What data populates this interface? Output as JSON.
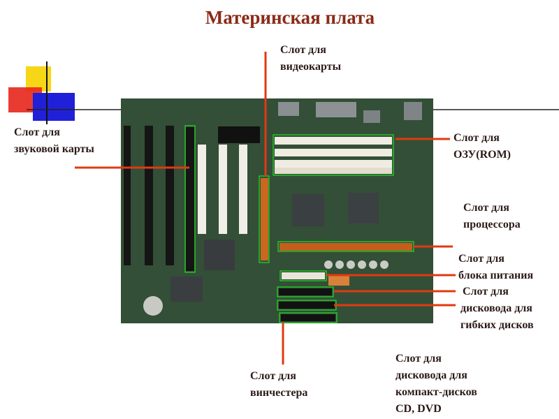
{
  "title": "Материнская плата",
  "colors": {
    "title": "#8b2a18",
    "label_text": "#2b1a17",
    "callout_line": "#e03a10",
    "highlight_box": "#22dd22",
    "board": "#2f4a33",
    "deco_yellow": "#f7d618",
    "deco_red": "#e8261c",
    "deco_blue": "#2020d8"
  },
  "callouts": {
    "sound_card": {
      "line1": "Слот для",
      "line2": "звуковой карты"
    },
    "video_card": {
      "line1": "Слот для",
      "line2": "видеокарты"
    },
    "ram": {
      "line1": "Слот для",
      "line2": "ОЗУ(ROM)"
    },
    "cpu": {
      "line1": "Слот для",
      "line2": "процессора"
    },
    "power": {
      "line1": "Слот для",
      "line2": "блока питания"
    },
    "floppy": {
      "line1": "Слот для",
      "line2": "дисковода для",
      "line3": "гибких дисков"
    },
    "hdd": {
      "line1": "Слот для",
      "line2": "винчестера"
    },
    "cd": {
      "line1": "Слот для",
      "line2": "дисковода для",
      "line3": "компакт-дисков",
      "line4": "CD, DVD"
    }
  }
}
